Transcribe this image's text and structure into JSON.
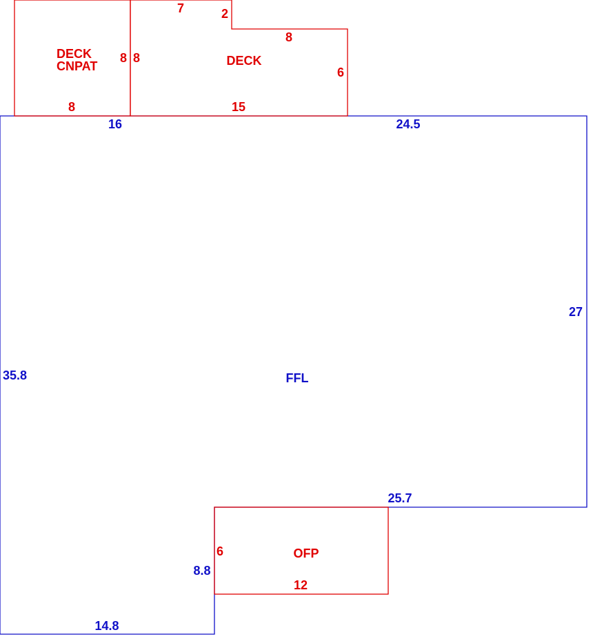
{
  "colors": {
    "main": "#1010c8",
    "addition": "#e00000",
    "background": "#ffffff"
  },
  "main_area": {
    "name": "FFL",
    "dims": {
      "top_left": "16",
      "top_right": "24.5",
      "right": "27",
      "step": "25.7",
      "left": "35.8",
      "notch": "8.8",
      "bottom": "14.8"
    }
  },
  "deck_cnpat": {
    "name_line1": "DECK",
    "name_line2": "CNPAT",
    "dims": {
      "right": "8",
      "bottom": "8"
    }
  },
  "deck": {
    "name": "DECK",
    "dims": {
      "top": "7",
      "step_v": "2",
      "step_h": "8",
      "left": "8",
      "right": "6",
      "bottom": "15"
    }
  },
  "ofp": {
    "name": "OFP",
    "dims": {
      "left": "6",
      "bottom": "12"
    }
  }
}
